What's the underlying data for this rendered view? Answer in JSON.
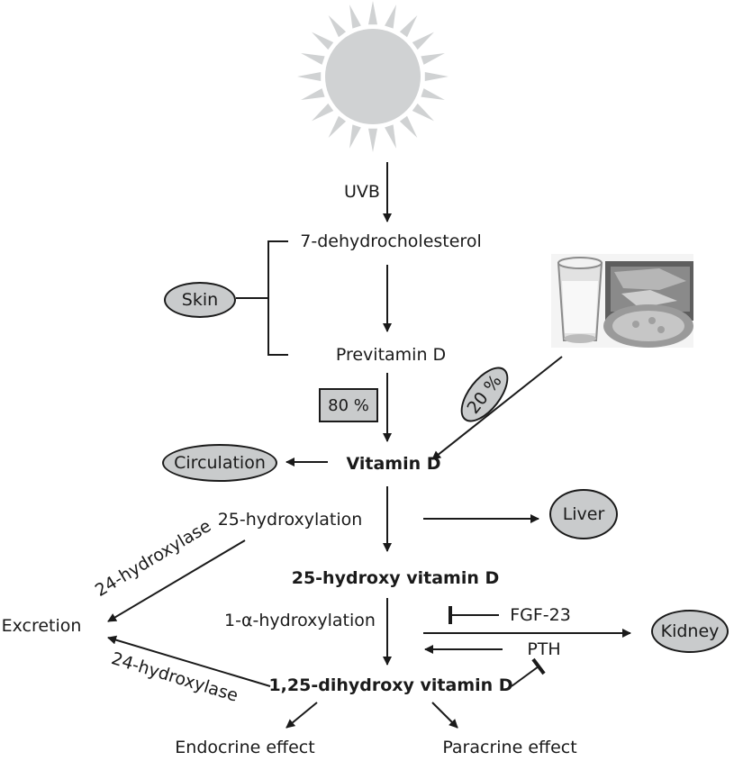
{
  "labels": {
    "uvb": "UVB",
    "dehydrocholesterol": "7-dehydrocholesterol",
    "skin": "Skin",
    "previtamin": "Previtamin D",
    "pct80": "80 %",
    "pct20": "20 %",
    "circulation": "Circulation",
    "vitamin_d": "Vitamin D",
    "hydroxylation25": "25-hydroxylation",
    "liver": "Liver",
    "hydroxy_vitd": "25-hydroxy vitamin D",
    "alpha_hydroxylation": "1-α-hydroxylation",
    "fgf23": "FGF-23",
    "pth": "PTH",
    "kidney": "Kidney",
    "dihydroxy_vitd": "1,25-dihydroxy vitamin D",
    "excretion": "Excretion",
    "hydroxylase_top": "24-hydroxylase",
    "hydroxylase_bottom": "24-hydroxylase",
    "endocrine": "Endocrine effect",
    "paracrine": "Paracrine effect"
  },
  "colors": {
    "sun": "#d0d2d3",
    "node_fill": "#c9cbcc",
    "stroke": "#1a1a1a"
  },
  "icons": {
    "sun": "sun-icon",
    "food": "milk-and-food-photo"
  }
}
